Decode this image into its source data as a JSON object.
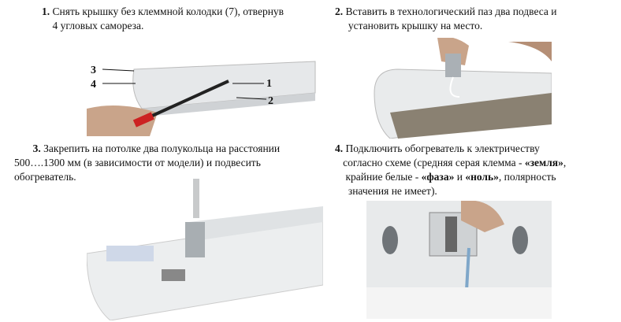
{
  "steps": [
    {
      "num": "1.",
      "line1": "Снять крышку без клеммной колодки (7), отвернув",
      "line2": "4 угловых самореза."
    },
    {
      "num": "2.",
      "line1": "Вставить в технологический паз два подвеса и",
      "line2": "установить крышку на место."
    },
    {
      "num": "3.",
      "line1": "Закрепить на потолке два полукольца на расстоянии",
      "line2": "500….1300 мм (в зависимости от модели) и подвесить",
      "line3": "обогреватель."
    },
    {
      "num": "4.",
      "line1": "Подключить обогреватель к электричеству",
      "line2a": "согласно схеме (средняя серая клемма  - ",
      "earth": "«земля»",
      "line2b": ",",
      "line3a": "крайние белые  - ",
      "phase": "«фаза»",
      "and": " и ",
      "neutral": "«ноль»",
      "line3b": ", полярность",
      "line4": "значения не имеет)."
    }
  ],
  "callouts": [
    "1",
    "2",
    "3",
    "4"
  ]
}
